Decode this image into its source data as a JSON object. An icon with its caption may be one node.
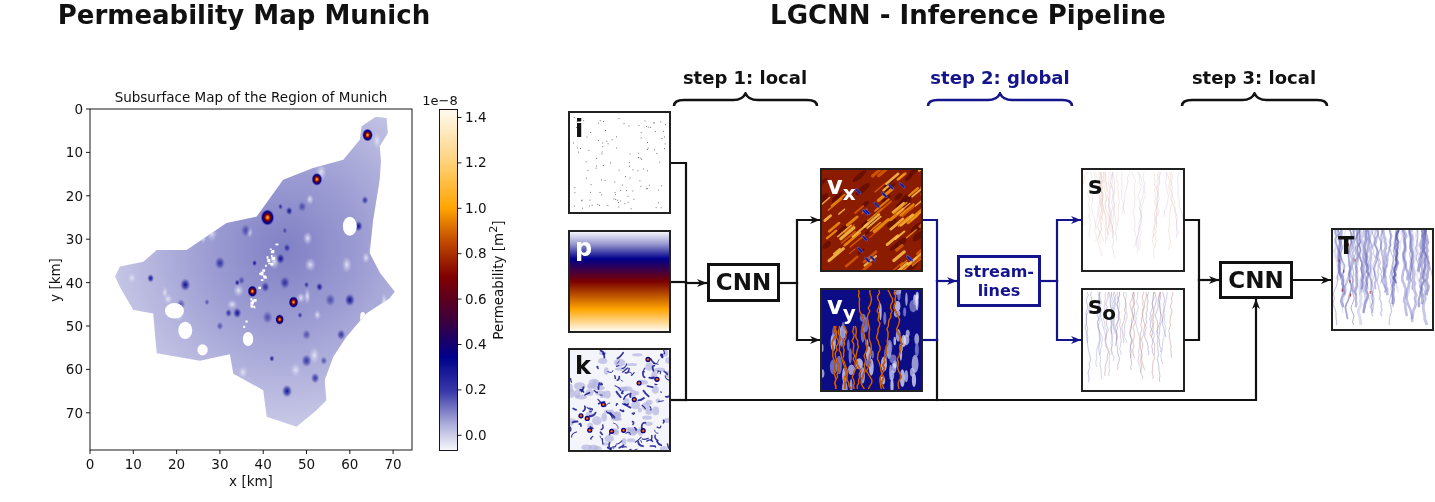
{
  "diagram": {
    "nodes": [
      {
        "text": [
          "i"
        ]
      },
      {
        "text": [
          "p"
        ]
      },
      {
        "text": [
          "k"
        ]
      },
      {
        "text": [
          "CNN"
        ]
      },
      {
        "text": [
          "v$_{x}$"
        ]
      },
      {
        "text": [
          "v$_{y}$"
        ]
      },
      {
        "text": [
          "stream- lines"
        ]
      },
      {
        "text": [
          "s"
        ]
      },
      {
        "text": [
          "s$_{o}$"
        ]
      },
      {
        "text": [
          "CNN"
        ]
      },
      {
        "text": [
          "T"
        ]
      }
    ],
    "edges": [
      {
        "from": 0,
        "to": 3,
        "arrow": "to"
      },
      {
        "from": 1,
        "to": 3,
        "arrow": "to"
      },
      {
        "from": 2,
        "to": 3,
        "arrow": "to"
      },
      {
        "from": 3,
        "to": 4,
        "arrow": "to"
      },
      {
        "from": 3,
        "to": 5,
        "arrow": "to"
      },
      {
        "from": 4,
        "to": 6,
        "arrow": "to",
        "color": "#14148c"
      },
      {
        "from": 5,
        "to": 6,
        "arrow": "to",
        "color": "#14148c"
      },
      {
        "from": 6,
        "to": 7,
        "arrow": "to",
        "color": "#14148c"
      },
      {
        "from": 6,
        "to": 8,
        "arrow": "to",
        "color": "#14148c"
      },
      {
        "from": 7,
        "to": 9,
        "arrow": "to"
      },
      {
        "from": 8,
        "to": 9,
        "arrow": "to"
      },
      {
        "from": 0,
        "to": 9,
        "arrow": "to"
      },
      {
        "from": 1,
        "to": 9,
        "arrow": "to"
      },
      {
        "from": 2,
        "to": 9,
        "arrow": "to"
      },
      {
        "from": 4,
        "to": 9,
        "arrow": "to"
      },
      {
        "from": 5,
        "to": 9,
        "arrow": "to"
      },
      {
        "from": 9,
        "to": 10,
        "arrow": "to"
      }
    ],
    "labels": [
      "Permeability Map Munich",
      "LGCNN - Inference Pipeline",
      "step 1: local",
      "step 2: global",
      "step 3: local",
      "Subsurface Map of the Region of Munich",
      "1e−8",
      "0",
      "10",
      "20",
      "30",
      "40",
      "50",
      "60",
      "70",
      "1.4",
      "1.2",
      "1.0",
      "0.8",
      "0.6",
      "0.4",
      "0.2",
      "0.0",
      "y [km]",
      "Permeability [m$^{2}$]",
      "0",
      "10",
      "20",
      "30",
      "40",
      "50",
      "60",
      "70",
      "x [km]"
    ]
  }
}
